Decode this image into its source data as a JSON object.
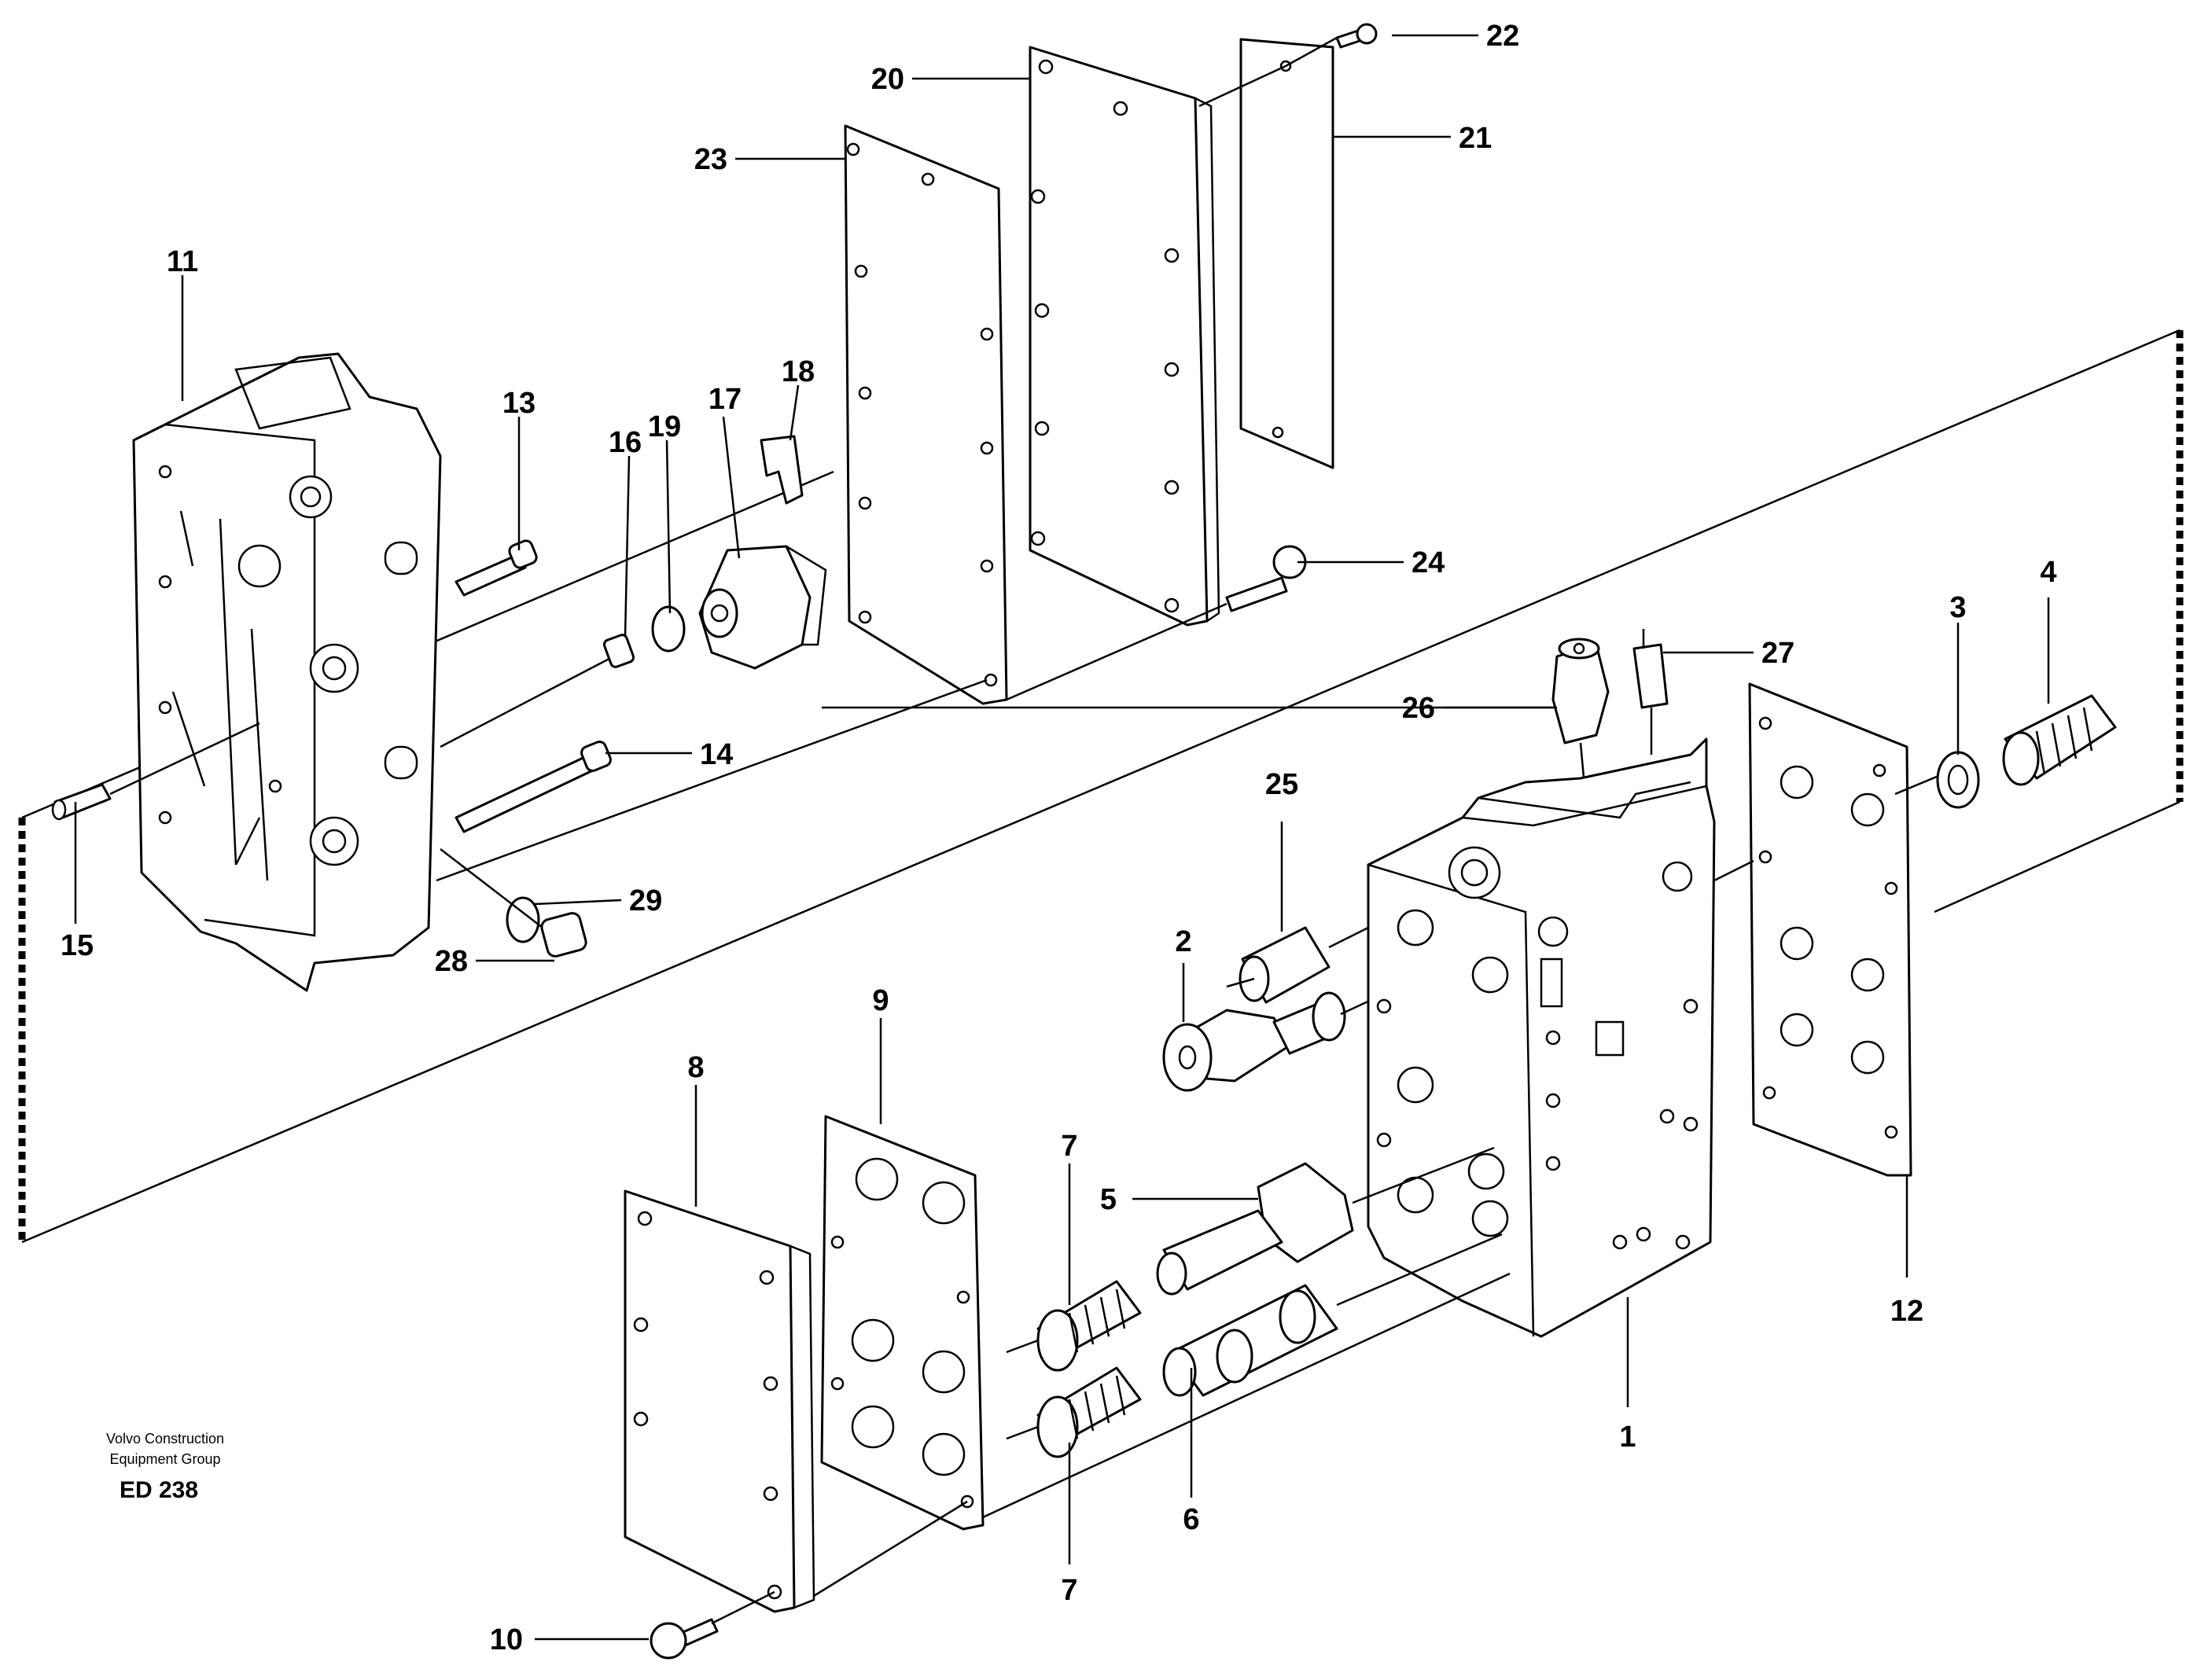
{
  "credit": {
    "line1": "Volvo Construction",
    "line2": "Equipment Group",
    "code": "ED 238"
  },
  "callouts": {
    "c1": "1",
    "c2": "2",
    "c3": "3",
    "c4": "4",
    "c5": "5",
    "c6": "6",
    "c7a": "7",
    "c7b": "7",
    "c8": "8",
    "c9": "9",
    "c10": "10",
    "c11": "11",
    "c12": "12",
    "c13": "13",
    "c14": "14",
    "c15": "15",
    "c16": "16",
    "c17": "17",
    "c18": "18",
    "c19": "19",
    "c20": "20",
    "c21": "21",
    "c22": "22",
    "c23": "23",
    "c24": "24",
    "c25": "25",
    "c26": "26",
    "c27": "27",
    "c28": "28",
    "c29": "29"
  }
}
